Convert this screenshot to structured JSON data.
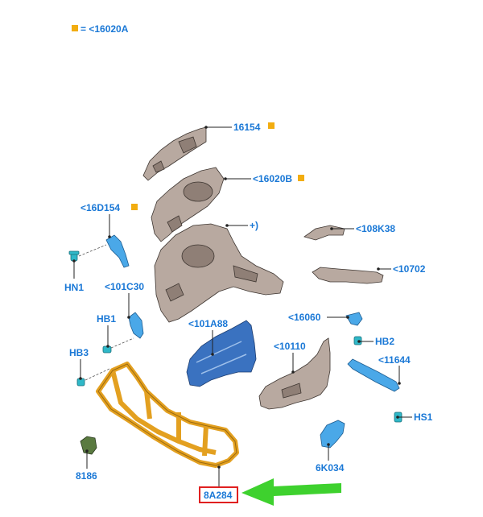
{
  "legend": {
    "text": "= <16020A",
    "marker_color": "#f2ad10"
  },
  "callouts": {
    "p16154": "16154",
    "p16020b": "<16020B",
    "p16d154": "<16D154",
    "pplus": "+)",
    "p108k38": "<108K38",
    "hn1": "HN1",
    "p10702": "<10702",
    "p101c30": "<101C30",
    "p16060": "<16060",
    "hb1": "HB1",
    "p101a88": "<101A88",
    "hb2": "HB2",
    "p10110": "<10110",
    "hb3": "HB3",
    "p11644": "<11644",
    "hs1": "HS1",
    "p6k034": "6K034",
    "p8186": "8186",
    "p8a284": "8A284"
  },
  "colors": {
    "label_blue": "#1a78d6",
    "legend_orange": "#f2ad10",
    "highlight_red": "#e02020",
    "arrow_green": "#3ed12e"
  }
}
